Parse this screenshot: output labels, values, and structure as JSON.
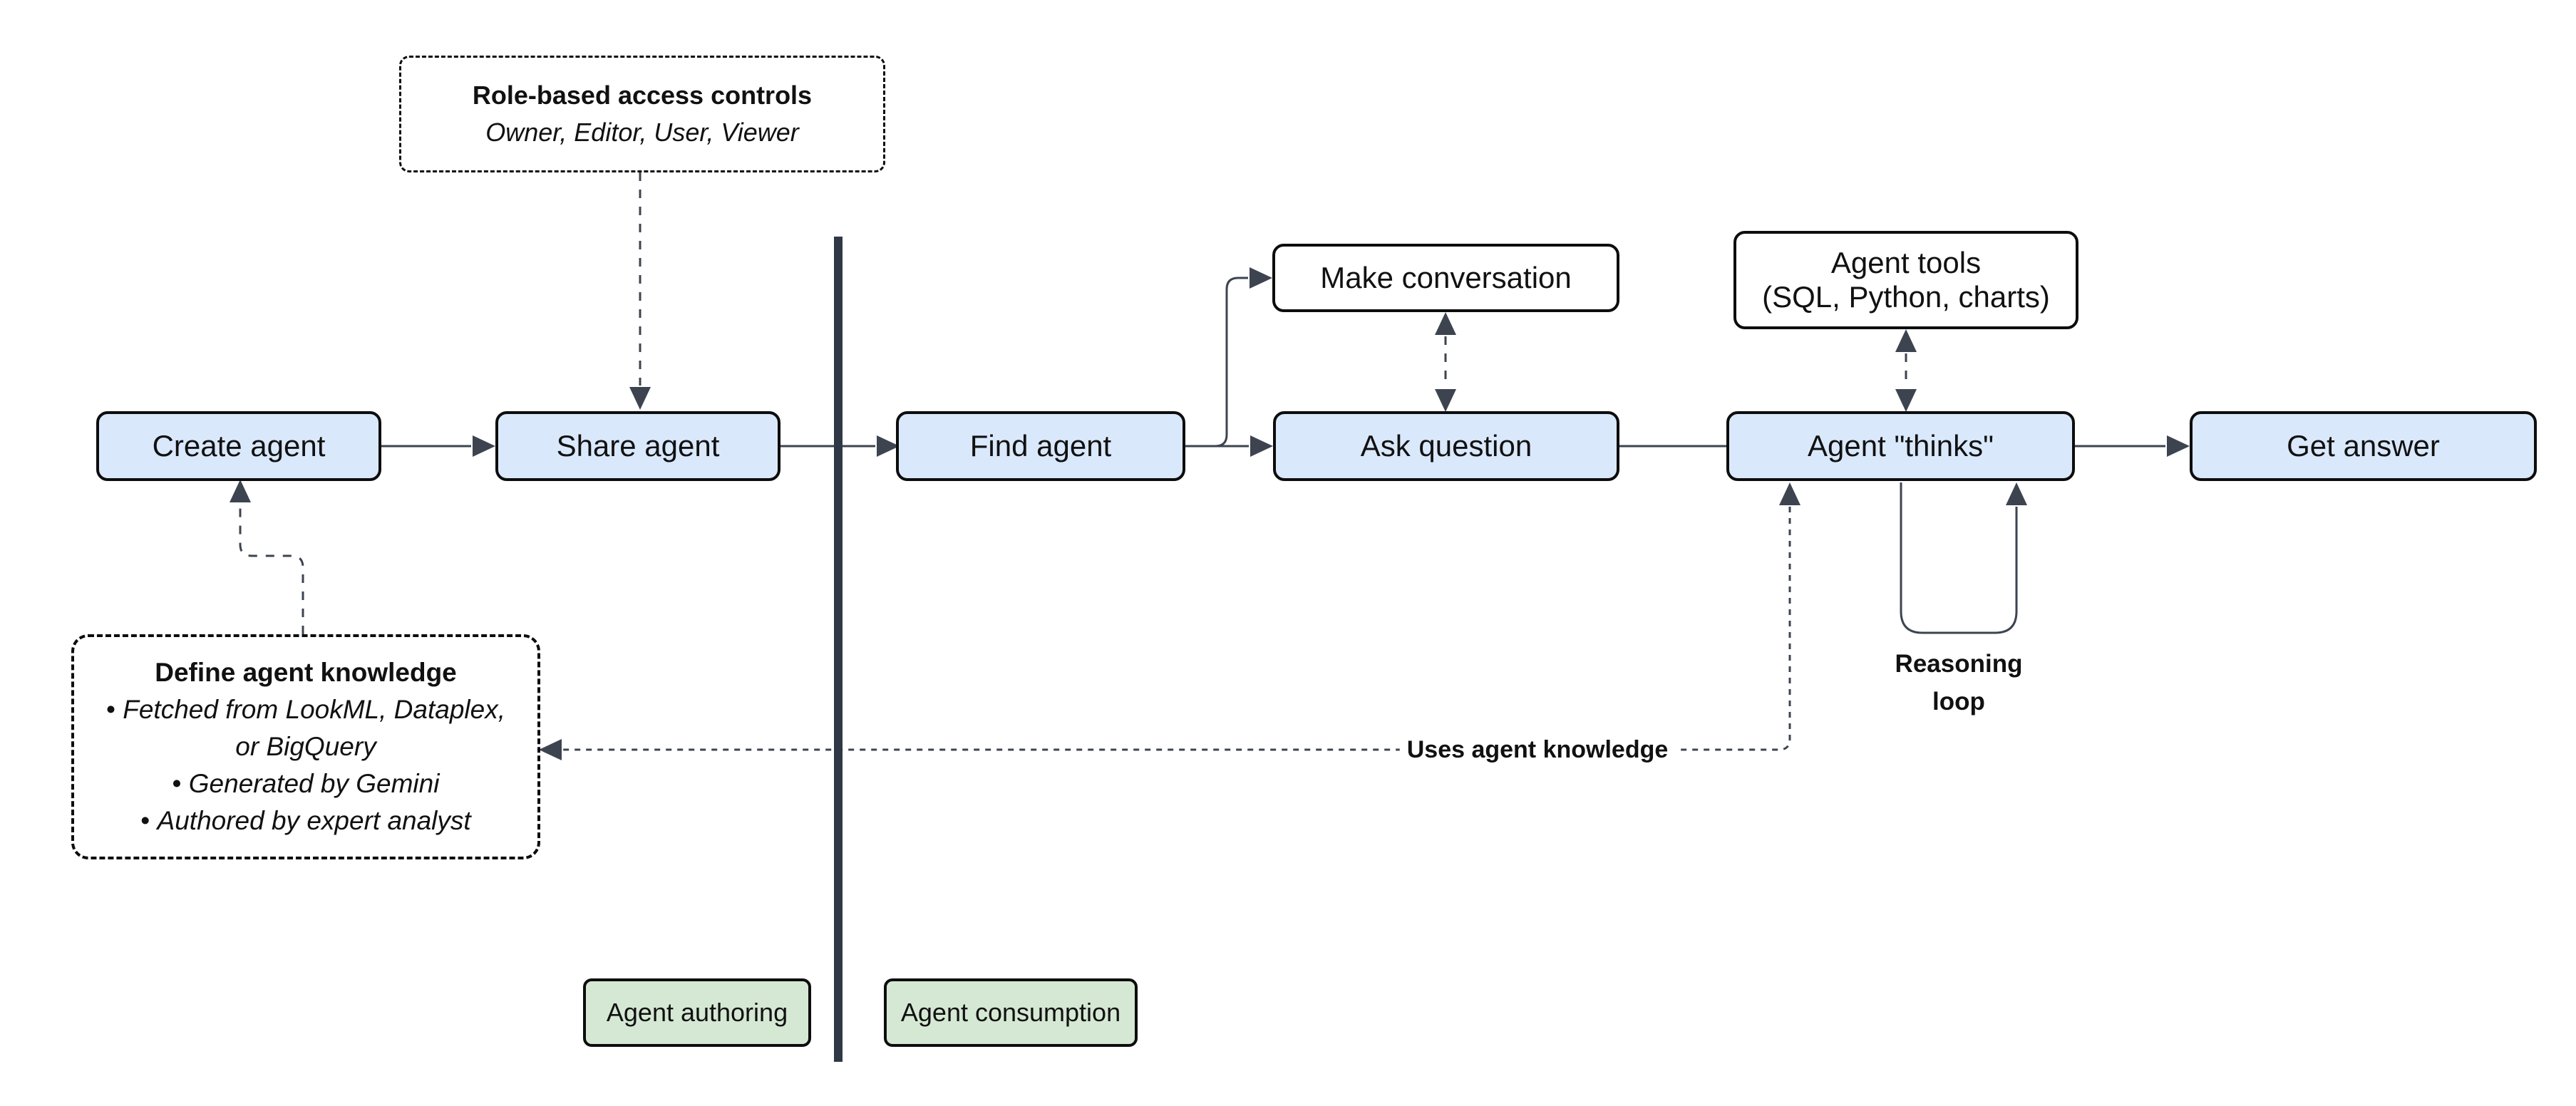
{
  "nodes": {
    "create_agent": {
      "label": "Create agent"
    },
    "share_agent": {
      "label": "Share agent"
    },
    "find_agent": {
      "label": "Find agent"
    },
    "ask_question": {
      "label": "Ask question"
    },
    "agent_thinks": {
      "label": "Agent \"thinks\""
    },
    "get_answer": {
      "label": "Get answer"
    },
    "make_conversation": {
      "label": "Make conversation"
    },
    "agent_tools": {
      "line1": "Agent tools",
      "line2": "(SQL, Python, charts)"
    }
  },
  "notes": {
    "rbac": {
      "title": "Role-based access controls",
      "subtitle": "Owner, Editor, User, Viewer"
    },
    "knowledge": {
      "title": "Define agent knowledge",
      "bullets": [
        "Fetched from LookML, Dataplex, or BigQuery",
        "Generated by Gemini",
        "Authored by expert analyst"
      ]
    }
  },
  "labels": {
    "uses_agent_knowledge": "Uses agent knowledge",
    "reasoning_loop_line1": "Reasoning",
    "reasoning_loop_line2": "loop"
  },
  "zones": {
    "authoring": "Agent authoring",
    "consumption": "Agent consumption"
  },
  "colors": {
    "node-blue": "#dae8fc",
    "node-green": "#d5e8d4",
    "node-white": "#ffffff",
    "line": "#3d4450",
    "divider": "#303845",
    "border": "#0d0d0d",
    "text": "#111111"
  }
}
